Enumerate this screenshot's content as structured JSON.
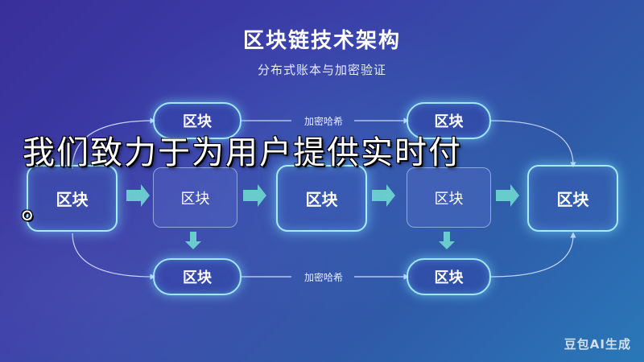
{
  "header": {
    "title": "区块链技术架构",
    "subtitle": "分布式账本与加密验证"
  },
  "diagram": {
    "block_label": "区块",
    "link_label": "加密哈希"
  },
  "overlay": {
    "text": "我们致力于为用户提供实时付",
    "punct": "。"
  },
  "watermark": {
    "text": "豆包AI生成"
  },
  "colors": {
    "background_start": "#3a2f9a",
    "background_end": "#2a78b8",
    "glow": "#9fe8ff",
    "arrow": "#6fd8d0"
  }
}
